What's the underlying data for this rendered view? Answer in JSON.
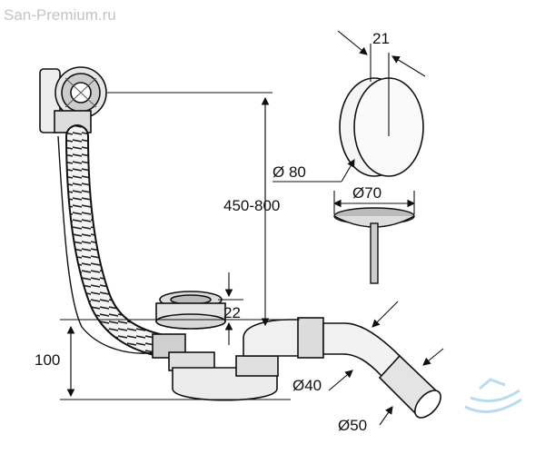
{
  "watermark": {
    "text": "San-Premium.ru"
  },
  "dimensions": {
    "cap_thickness": "21",
    "cap_diameter": "Ø 80",
    "stopper_diameter": "Ø70",
    "overflow_range": "450-800",
    "strainer_height": "22",
    "drain_height": "100",
    "pipe_40": "Ø40",
    "pipe_50": "Ø50"
  },
  "colors": {
    "line": "#111111",
    "watermark": "#c4c4c4",
    "logo": "#b9dcec"
  },
  "icons": {
    "watermark_logo": "bathtub-logo-icon"
  }
}
